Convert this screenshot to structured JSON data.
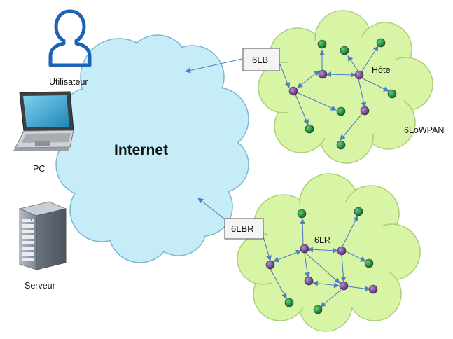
{
  "internet_label": "Internet",
  "devices": {
    "user_label": "Utilisateur",
    "pc_label": "PC",
    "server_label": "Serveur"
  },
  "network_top": {
    "router_label": "6LB",
    "host_label": "Hôte",
    "network_label": "6LoWPAN"
  },
  "network_bottom": {
    "router_label": "6LBR",
    "relay_label": "6LR"
  },
  "colors": {
    "internet_cloud": "#c6ecf8",
    "internet_stroke": "#7ab8d0",
    "wsn_cloud": "#d8f5a6",
    "wsn_stroke": "#a9cf7a",
    "router_node": "#6f3b8f",
    "leaf_node": "#1c8f3a",
    "link": "#4e7fc4",
    "user_icon": "#1c63b5"
  }
}
